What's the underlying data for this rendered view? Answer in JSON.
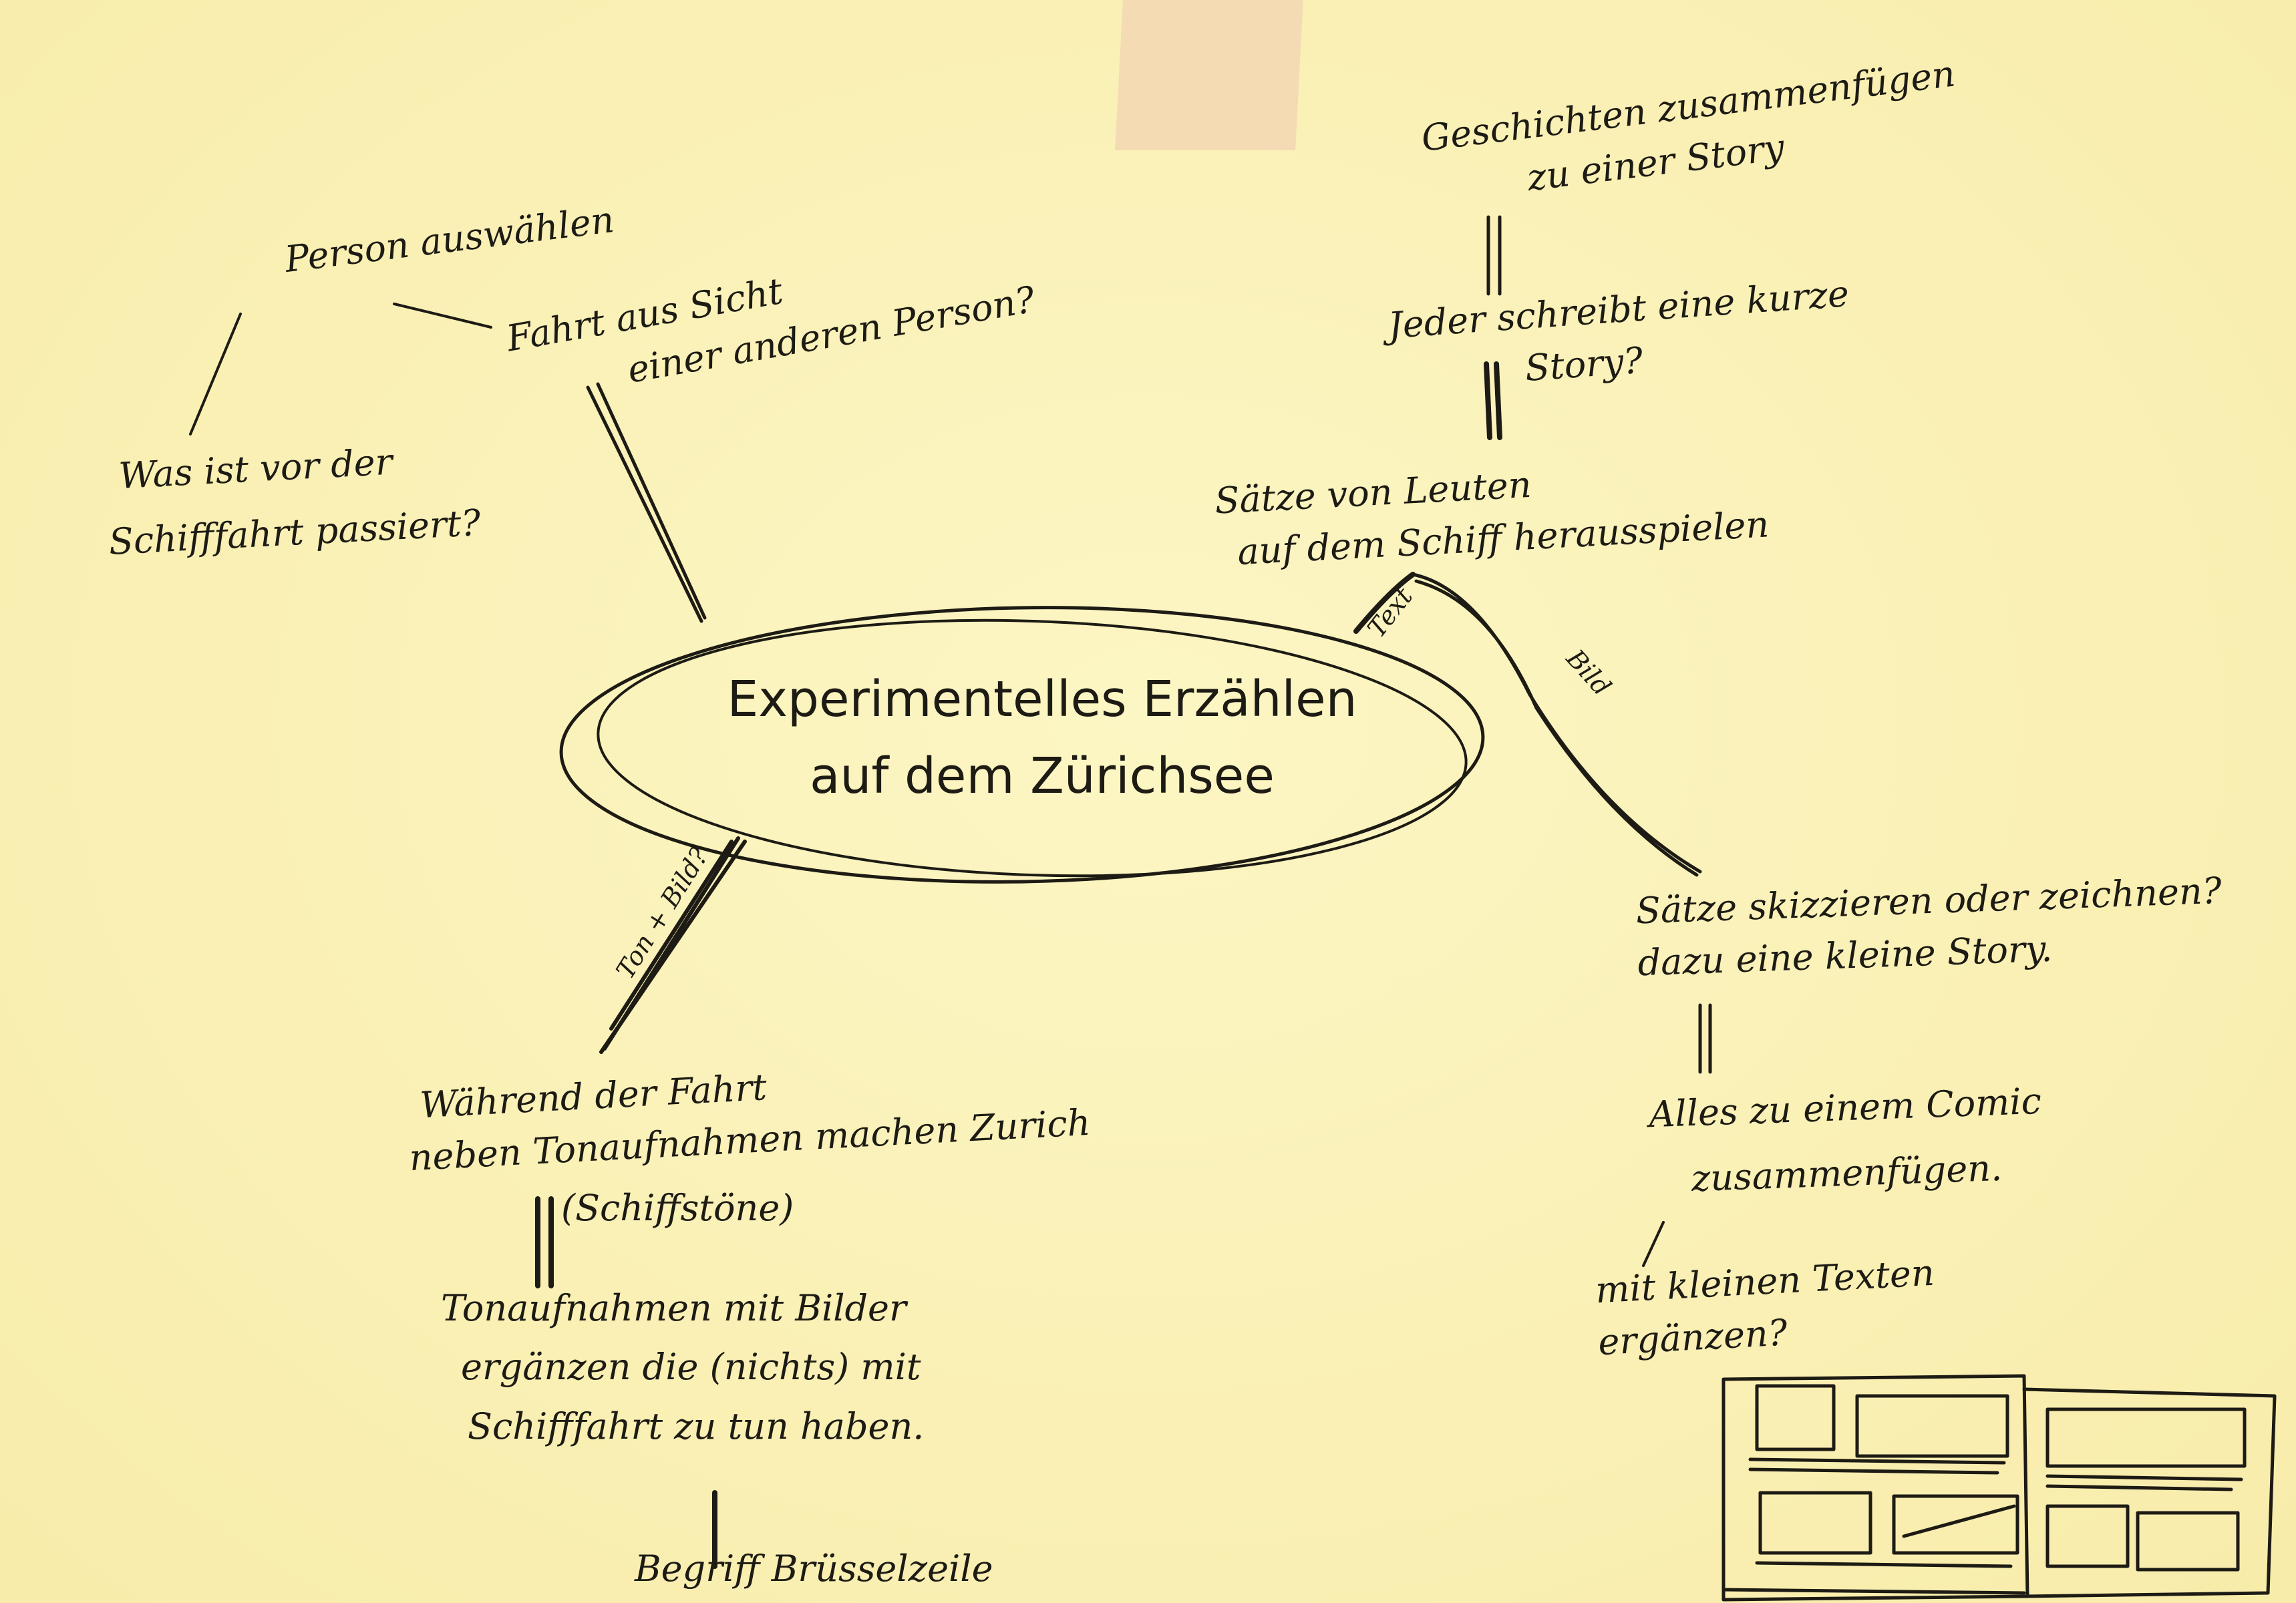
{
  "center": {
    "line1": "Experimentelles Erzählen",
    "line2": "auf dem Zürichsee"
  },
  "branch_left_top": {
    "question": [
      "Fahrt aus Sicht",
      "einer anderen Person?"
    ],
    "select": "Person auswählen",
    "before": [
      "Was ist vor der",
      "Schifffahrt passiert?"
    ]
  },
  "branch_left_bottom": {
    "connector_label": "Ton + Bild?",
    "during": [
      "Während der Fahrt",
      "neben Tonaufnahmen machen Zurich"
    ],
    "sounds": "(Schiffstöne)",
    "combine": [
      "Tonaufnahmen mit Bilder",
      "ergänzen die (nichts) mit",
      "Schifffahrt zu tun haben."
    ],
    "bottom": "Begriff Brüsselzeile"
  },
  "branch_right": {
    "text_label": "Text",
    "image_label": "Bild",
    "collect": [
      "Sätze von Leuten",
      "auf dem Schiff herausspielen"
    ],
    "write": [
      "Jeder schreibt eine kurze",
      "Story?"
    ],
    "assemble": [
      "Geschichten zusammenfügen",
      "zu einer Story"
    ],
    "sketch": [
      "Sätze skizzieren oder zeichnen?",
      "dazu eine kleine Story."
    ],
    "comic": [
      "Alles zu einem Comic",
      "zusammenfügen."
    ],
    "texts": [
      "mit kleinen Texten",
      "ergänzen?"
    ]
  }
}
